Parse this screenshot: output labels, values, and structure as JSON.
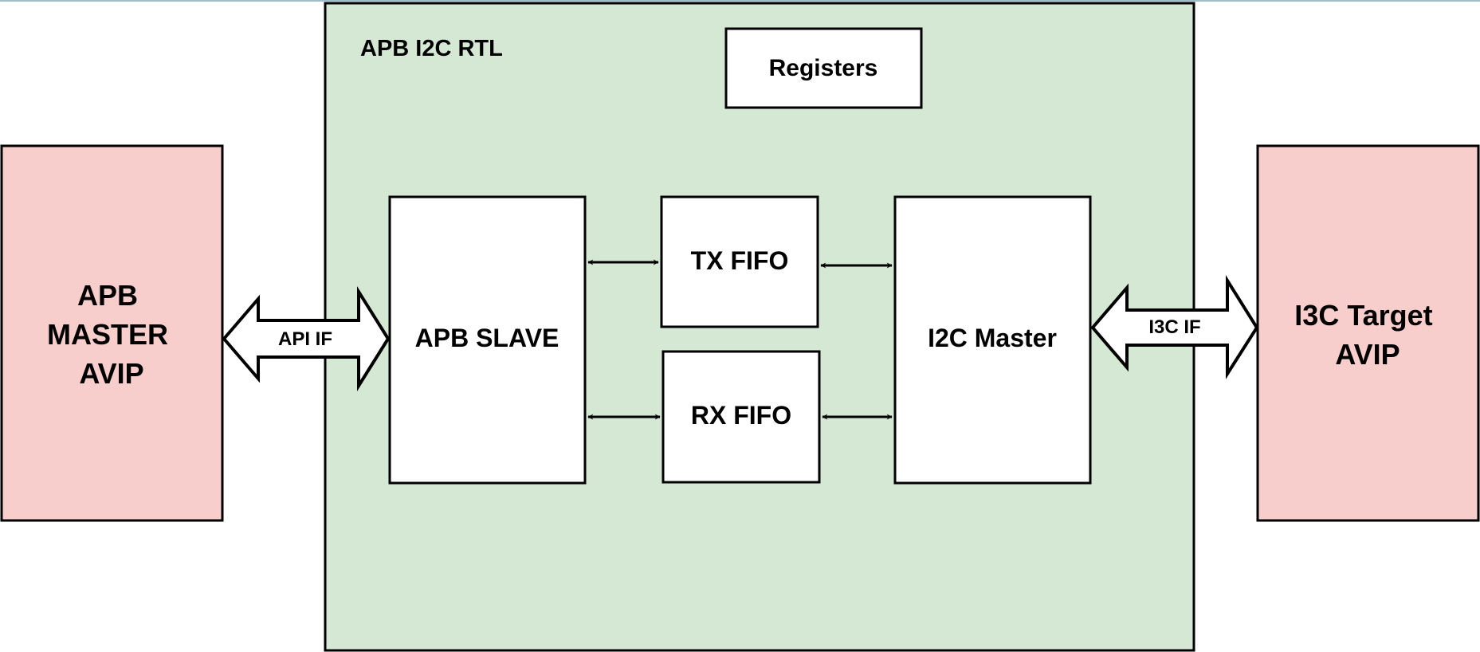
{
  "colors": {
    "rtl_fill": "#d5e8d4",
    "avip_fill": "#f8cecc",
    "block_fill": "#ffffff",
    "stroke": "#000000"
  },
  "rtl": {
    "title": "APB I2C RTL",
    "registers": "Registers",
    "apb_slave": "APB SLAVE",
    "tx_fifo": "TX FIFO",
    "rx_fifo": "RX FIFO",
    "i2c_master": "I2C Master"
  },
  "left_avip": {
    "lines": [
      "APB",
      "MASTER",
      "AVIP"
    ]
  },
  "right_avip": {
    "lines": [
      "I3C Target",
      "AVIP"
    ]
  },
  "interfaces": {
    "left": "API IF",
    "right": "I3C IF"
  }
}
